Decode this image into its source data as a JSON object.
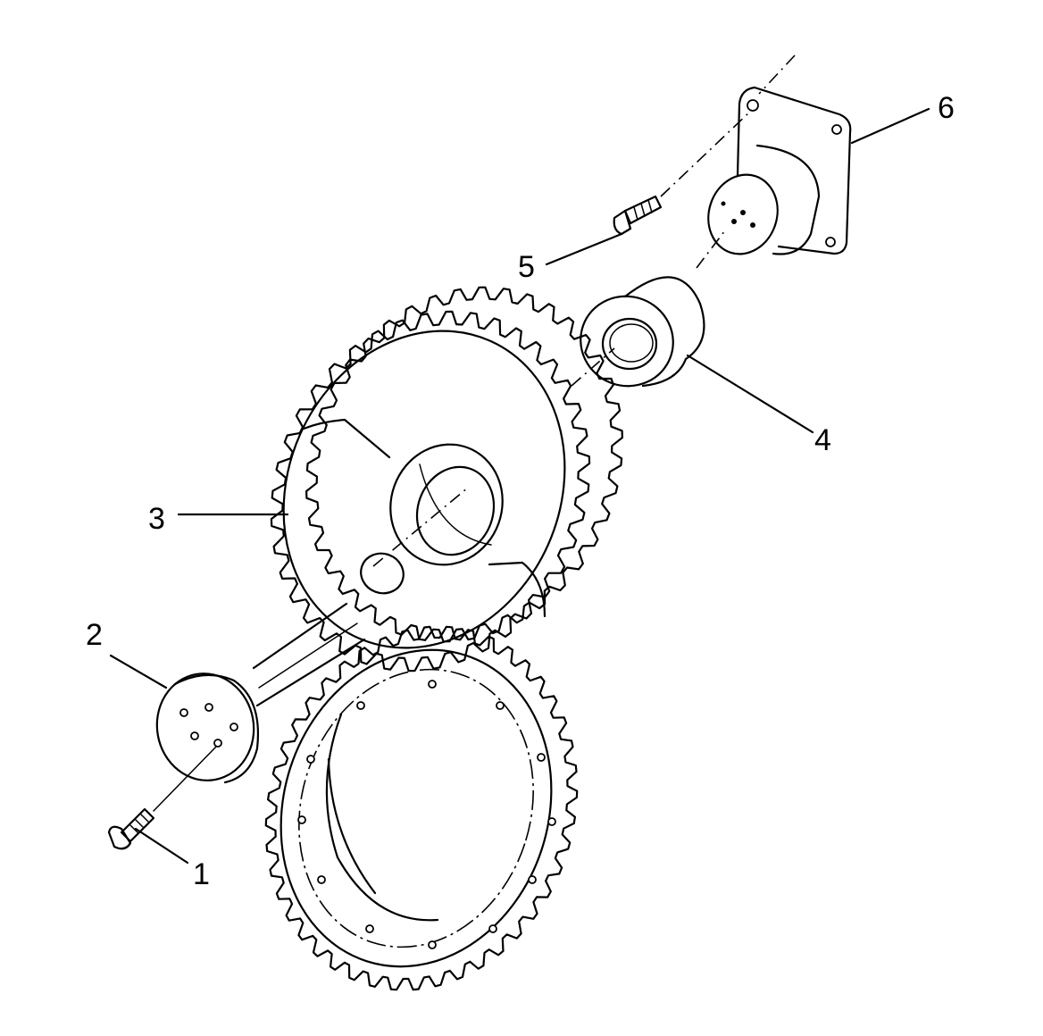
{
  "callouts": [
    {
      "id": "1",
      "text": "1",
      "part": "bolt-lower"
    },
    {
      "id": "2",
      "text": "2",
      "part": "plate"
    },
    {
      "id": "3",
      "text": "3",
      "part": "idler-gear"
    },
    {
      "id": "4",
      "text": "4",
      "part": "bearing"
    },
    {
      "id": "5",
      "text": "5",
      "part": "bolt-upper"
    },
    {
      "id": "6",
      "text": "6",
      "part": "shaft-housing"
    }
  ]
}
